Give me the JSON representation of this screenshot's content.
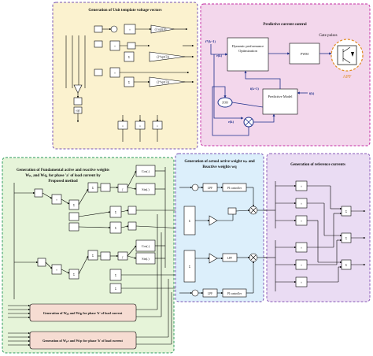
{
  "panels": {
    "unit_template": {
      "title": "Generation of Unit template voltage vectors",
      "bg": "#fbf2cf",
      "border": "#7a55b5"
    },
    "predictive": {
      "title": "Predictive current control",
      "bg": "#f3d7ec",
      "border": "#c42ea3",
      "dyn_block": "Dynamic performance Optimization",
      "pwm_block": "PWM",
      "pred_block": "Predictive Model",
      "zoh_block": "ZOH",
      "gate_pulses": "Gate pulses",
      "apf_label": "APF",
      "sig_i_ref": "i*(k+1)",
      "sig_e_k": "e(k)",
      "sig_i_pred": "i(k+1)",
      "sig_i_k": "i(k)",
      "sig_e_k2": "e(k)"
    },
    "fundamental": {
      "title_line1": "Generation of Fundamental active and reactive weights",
      "title_line2": "Wₚ₁ and Wq₁ for phase 'a' of load current by",
      "title_line3": "Proposed method",
      "bg": "#e6f4d9",
      "border": "#2b9a5c",
      "cos_label": "Cos(.)",
      "sin_label": "Sin(.)"
    },
    "actual_weight": {
      "title_line1": "Generation of actual active weight wₚ and",
      "title_line2": "Reactive weights wq",
      "bg": "#dceffb",
      "border": "#7a55b5",
      "lpf": "LPF",
      "pi": "PI controller"
    },
    "reference": {
      "title": "Generation of reference currents",
      "bg": "#eadcf3",
      "border": "#8a5ab8"
    }
  },
  "generators": {
    "phase_b": "Generation of Wₚᵦ and Wqᵦ for phase 'b' of load current",
    "phase_c": "Generation of Wₚc and Wqc for phase 'b' of load current",
    "bg": "#f6dcd2"
  },
  "unit_template_blocks": {
    "sqrt3": "(1/sqrt(3))",
    "two_sqrt3": "(2*sqrt(3))",
    "two_sqrt3b": "(2*sqrt(3))",
    "sqrt": "sqrt"
  },
  "math_ops": {
    "mult": "×",
    "sum": "Σ",
    "div": "÷",
    "int": "∫"
  },
  "colors": {
    "wire": "#000000",
    "blue_wire": "#1d2f8a",
    "apf_ring": "#e08a1f",
    "apf_text": "#e08a1f"
  }
}
